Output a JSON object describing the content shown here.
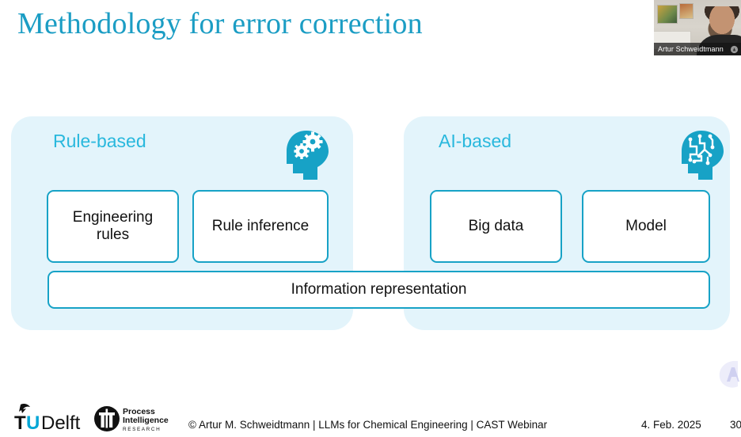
{
  "slide": {
    "title": "Methodology for error correction"
  },
  "webcam": {
    "name_label": "Artur Schweidtmann",
    "corner_icon": "brand-logo-icon"
  },
  "diagram": {
    "colors": {
      "panel_background": "#e3f4fb",
      "heading": "#29b8dd",
      "box_border": "#17a2c6",
      "title": "#1b9dc4",
      "icon_fill": "#17a2c6"
    },
    "panels": [
      {
        "id": "rule-based",
        "heading": "Rule-based",
        "icon": "head-gears-icon",
        "boxes": [
          {
            "id": "engineering-rules",
            "label": "Engineering\nrules"
          },
          {
            "id": "rule-inference",
            "label": "Rule inference"
          }
        ]
      },
      {
        "id": "ai-based",
        "heading": "AI-based",
        "icon": "head-circuit-icon",
        "boxes": [
          {
            "id": "big-data",
            "label": "Big data"
          },
          {
            "id": "model",
            "label": "Model"
          }
        ]
      }
    ],
    "shared_bar": {
      "label": "Information representation"
    }
  },
  "footer": {
    "logo_tudelft": {
      "t": "T",
      "u": "U",
      "delft": "Delft"
    },
    "logo_process_intelligence": {
      "line1": "Process",
      "line2": "Intelligence",
      "line3": "R E S E A R C H"
    },
    "credit": "© Artur M. Schweidtmann | LLMs for Chemical Engineering | CAST Webinar",
    "date": "4. Feb. 2025",
    "page_number": "30"
  }
}
